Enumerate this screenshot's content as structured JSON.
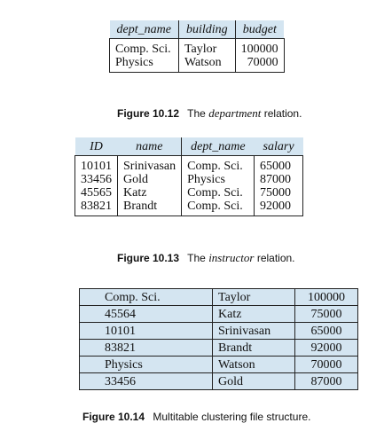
{
  "department": {
    "headers": [
      "dept_name",
      "building",
      "budget"
    ],
    "rows": [
      [
        "Comp. Sci.",
        "Taylor",
        "100000"
      ],
      [
        "Physics",
        "Watson",
        "70000"
      ]
    ],
    "caption_label": "Figure 10.12",
    "caption_prefix": "The",
    "caption_relation": "department",
    "caption_suffix": "relation."
  },
  "instructor": {
    "headers": [
      "ID",
      "name",
      "dept_name",
      "salary"
    ],
    "rows": [
      [
        "10101",
        "Srinivasan",
        "Comp. Sci.",
        "65000"
      ],
      [
        "33456",
        "Gold",
        "Physics",
        "87000"
      ],
      [
        "45565",
        "Katz",
        "Comp. Sci.",
        "75000"
      ],
      [
        "83821",
        "Brandt",
        "Comp. Sci.",
        "92000"
      ]
    ],
    "caption_label": "Figure 10.13",
    "caption_prefix": "The",
    "caption_relation": "instructor",
    "caption_suffix": "relation."
  },
  "multitable": {
    "rows": [
      [
        "Comp. Sci.",
        "Taylor",
        "100000"
      ],
      [
        "45564",
        "Katz",
        "75000"
      ],
      [
        "10101",
        "Srinivasan",
        "65000"
      ],
      [
        "83821",
        "Brandt",
        "92000"
      ],
      [
        "Physics",
        "Watson",
        "70000"
      ],
      [
        "33456",
        "Gold",
        "87000"
      ]
    ],
    "caption_label": "Figure 10.14",
    "caption_text": "Multitable clustering file structure."
  }
}
